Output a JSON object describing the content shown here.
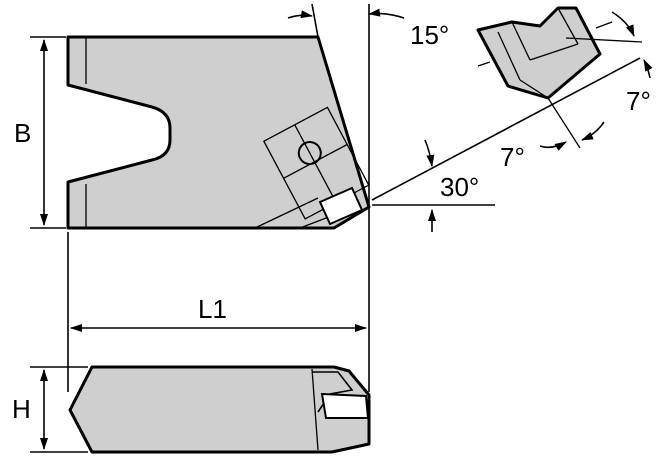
{
  "labels": {
    "B": "B",
    "L1": "L1",
    "H": "H",
    "angle_clearance_top": "15°",
    "angle_lead": "30°",
    "angle_insert_lower": "7°",
    "angle_insert_right": "7°"
  },
  "colors": {
    "part_fill": "#cfcfcf",
    "line": "#000000",
    "background": "#ffffff"
  }
}
